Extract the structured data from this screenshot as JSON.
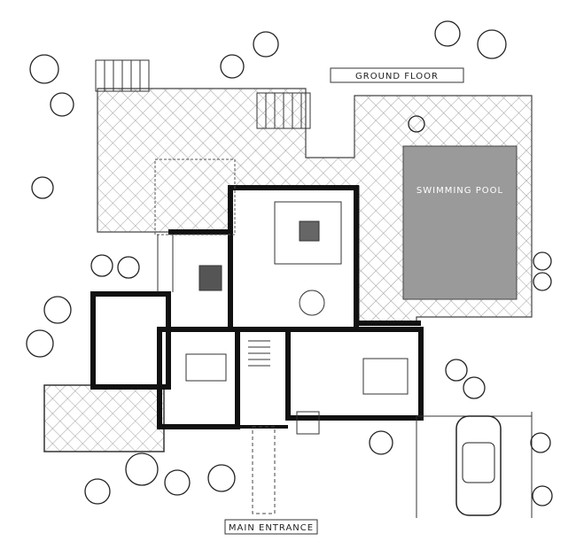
{
  "plan": {
    "title": "GROUND FLOOR",
    "pool_label": "SWIMMING POOL",
    "entrance_label": "MAIN ENTRANCE"
  },
  "colors": {
    "pool": "#9a9a9a",
    "hatch": "#777777",
    "wall": "#111111"
  }
}
